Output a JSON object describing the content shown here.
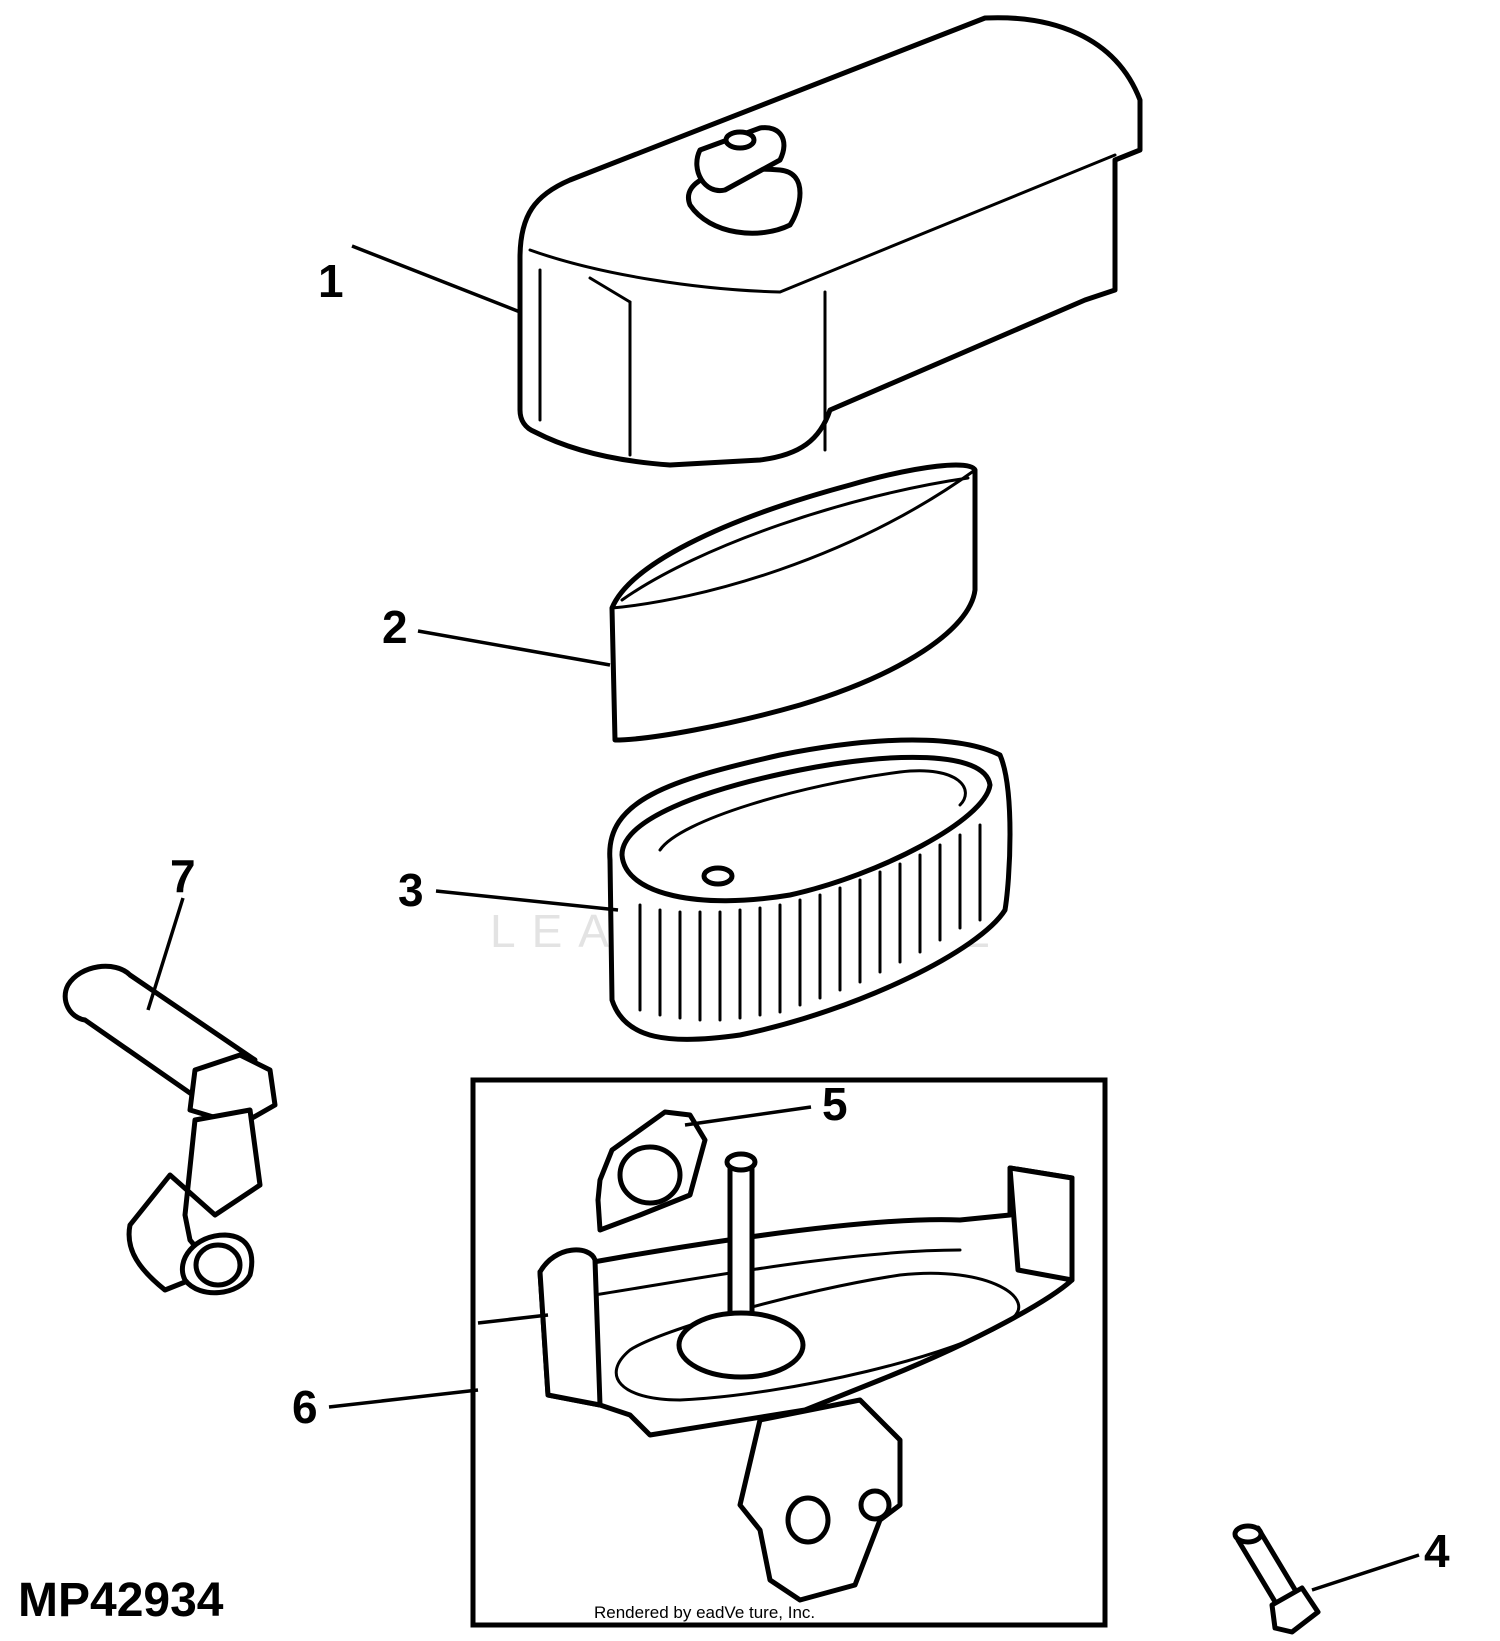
{
  "figure": {
    "id": "MP42934",
    "credit": "Rendered by  eadVe ture, Inc.",
    "watermark": "LEADVENTURE"
  },
  "callouts": [
    {
      "number": "1",
      "part": "air-cleaner-cover"
    },
    {
      "number": "2",
      "part": "pre-cleaner"
    },
    {
      "number": "3",
      "part": "air-filter-element"
    },
    {
      "number": "4",
      "part": "screw"
    },
    {
      "number": "5",
      "part": "gasket"
    },
    {
      "number": "6",
      "part": "air-cleaner-base"
    },
    {
      "number": "7",
      "part": "breather-tube"
    }
  ]
}
